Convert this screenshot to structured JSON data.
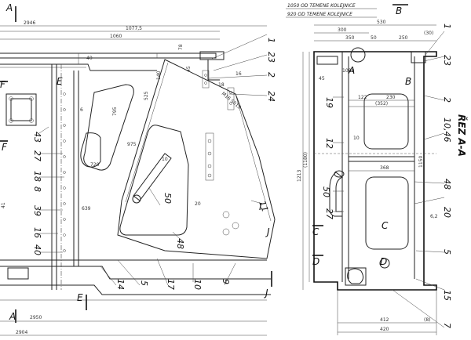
{
  "drawing": {
    "notes": {
      "top_rail_1": "1050 OD TEMENE KOLEJNICE",
      "top_rail_2": "920 OD TEMENE KOLEJNICE"
    },
    "section_title": "ŘEZ A-A",
    "section_marks": [
      "A",
      "A",
      "B",
      "B",
      "E",
      "E",
      "F",
      "F",
      "C",
      "C",
      "D",
      "D",
      "I",
      "J",
      "J"
    ],
    "dims_left": {
      "d2946": "2946",
      "d10775": "1077,5",
      "d1060": "1060",
      "d2950": "2950",
      "d2904": "2904",
      "d720": "720",
      "d639": "639",
      "d795": "795",
      "d525": "525",
      "d41": "41",
      "d20": "20",
      "d45": "45",
      "d78": "78",
      "d140": "140",
      "d975": "975",
      "d10b": "10",
      "m16": "M16 S015",
      "d40": "40",
      "d16": "16",
      "d18": "18",
      "d6": "6"
    },
    "dims_right": {
      "d530": "530",
      "d300": "300",
      "d350": "350",
      "d250": "250",
      "d50": "50",
      "d30": "(30)",
      "d122": "122",
      "d230": "230",
      "d352": "(352)",
      "d368": "368",
      "d1213": "1213",
      "d1180": "(1180)",
      "d1150": "1150",
      "d412": "412",
      "d8": "(8)",
      "d420": "420",
      "d45": "45",
      "d1080": "1080",
      "d62": "6,2",
      "d10": "10"
    },
    "positions_left": [
      "1",
      "23",
      "2",
      "24",
      "43",
      "27",
      "18",
      "8",
      "39",
      "16",
      "40",
      "50",
      "48",
      "14",
      "5",
      "17",
      "10",
      "9",
      "11"
    ],
    "positions_right": [
      "1",
      "23",
      "19",
      "2",
      "12",
      "10,46",
      "48",
      "50",
      "27",
      "20",
      "5",
      "15",
      "7"
    ]
  }
}
